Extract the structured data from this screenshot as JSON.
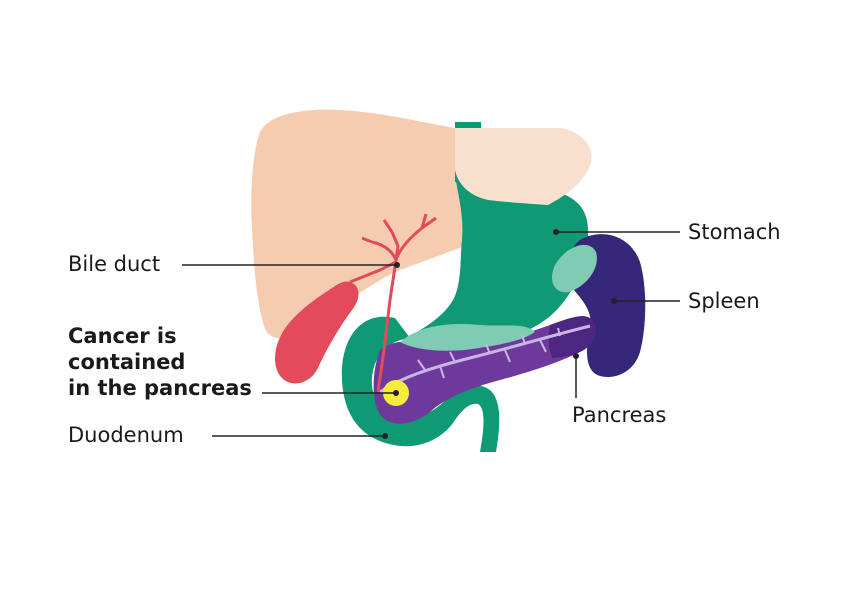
{
  "labels": {
    "bile_duct": "Bile duct",
    "cancer_line1": "Cancer is",
    "cancer_line2": "contained",
    "cancer_line3": "in the pancreas",
    "duodenum": "Duodenum",
    "stomach": "Stomach",
    "spleen": "Spleen",
    "pancreas": "Pancreas"
  },
  "colors": {
    "liver": "#f6ccb1",
    "liver_overlap": "#f9dfcd",
    "stomach": "#0f9a75",
    "stomach_overlap": "#7fcbb3",
    "spleen": "#37277a",
    "pancreas": "#6d3a9c",
    "pancreas_dark": "#4c2680",
    "gallbladder": "#e34a5c",
    "bile_duct": "#e24a5b",
    "pancreatic_duct": "#c8b4e6",
    "tumour": "#f7ec3c"
  }
}
